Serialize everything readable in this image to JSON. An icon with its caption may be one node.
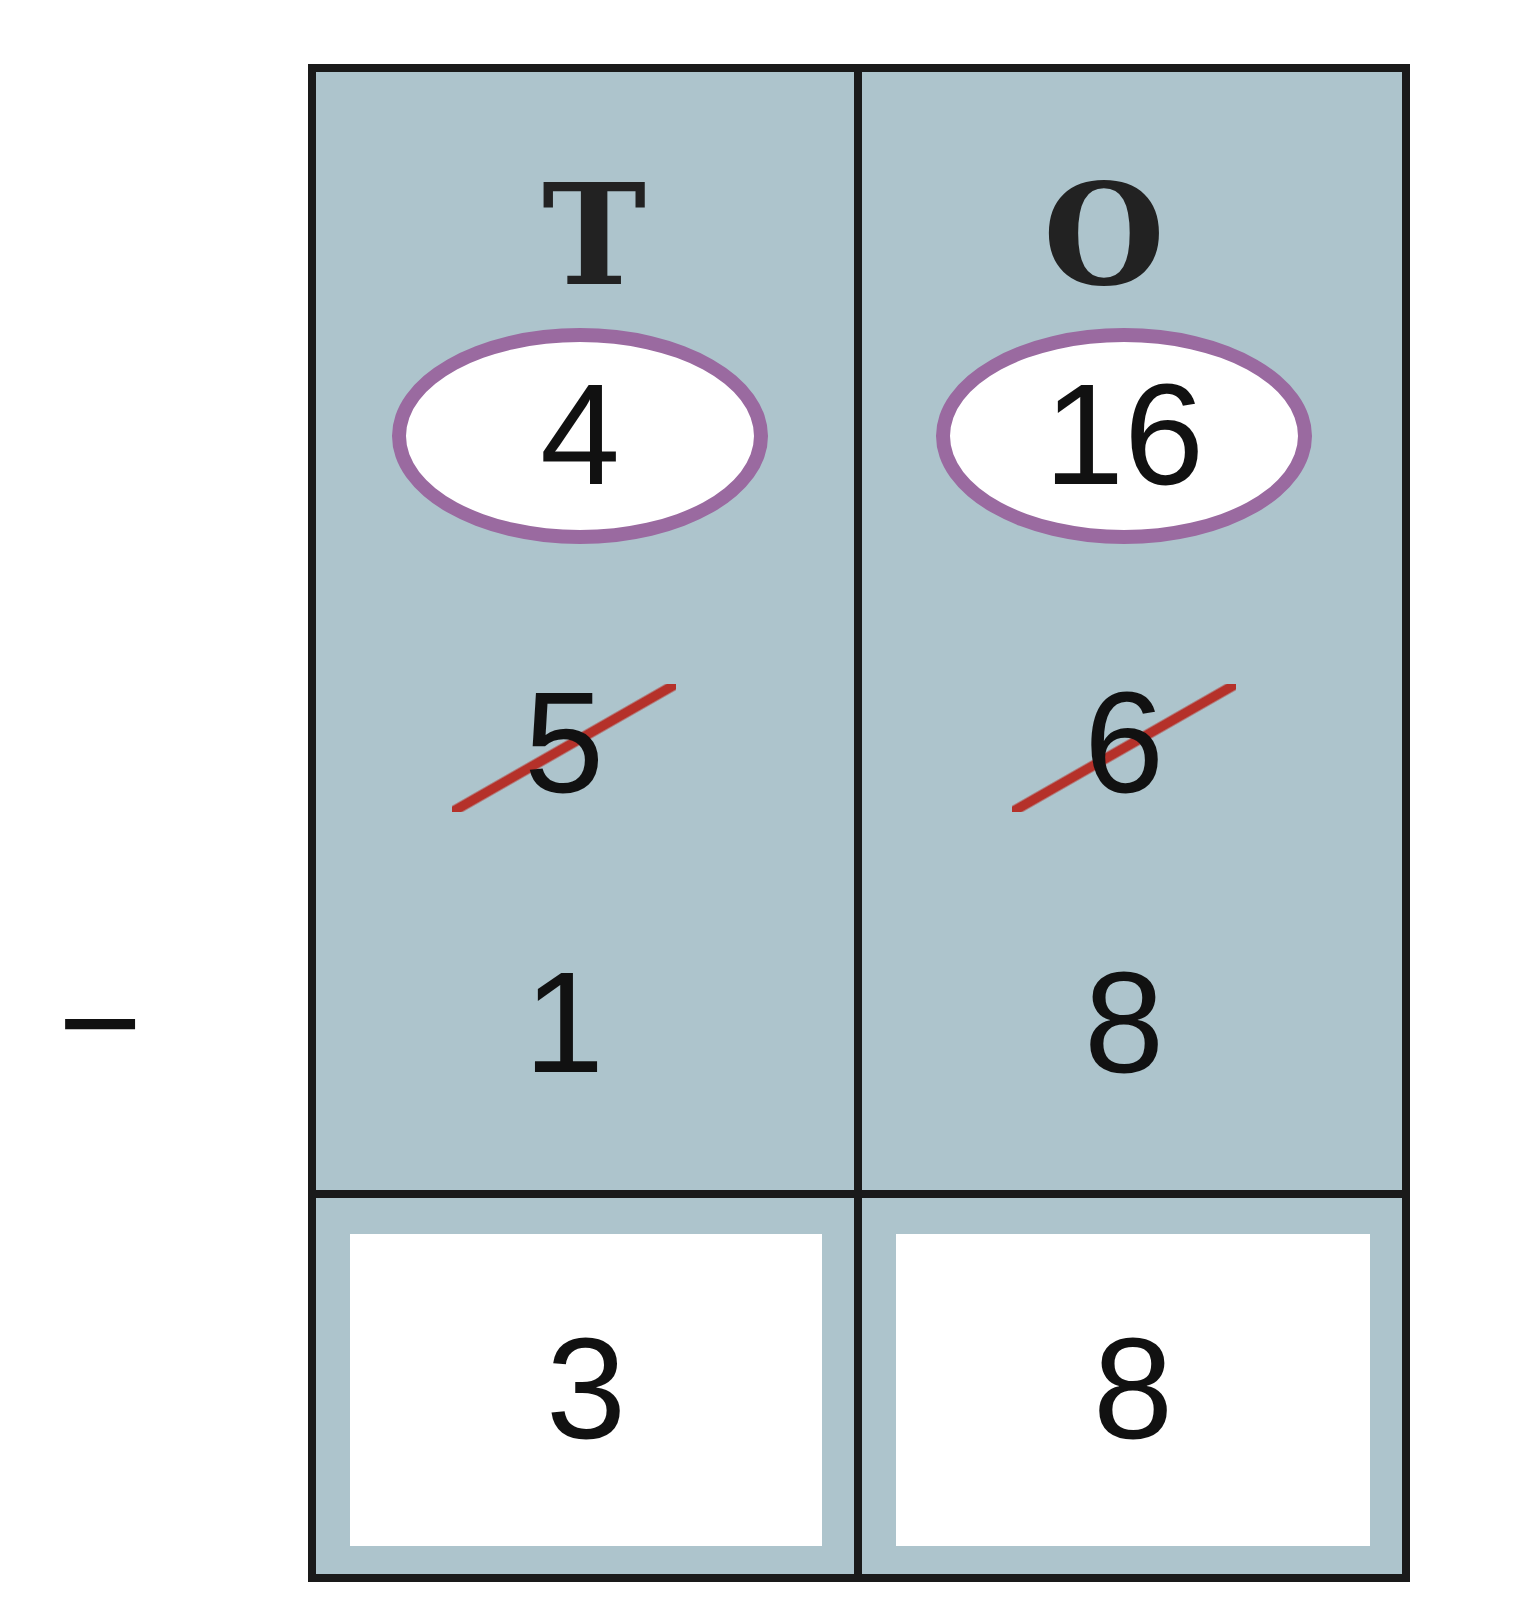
{
  "diagram": {
    "nodes": [
      {
        "text": [
          "4"
        ]
      },
      {
        "text": [
          "16"
        ]
      },
      {
        "text": [
          "3"
        ]
      },
      {
        "text": [
          "8"
        ]
      }
    ],
    "edges": [],
    "labels": [
      "T",
      "O",
      "5",
      "6",
      "−",
      "1",
      "8"
    ]
  }
}
